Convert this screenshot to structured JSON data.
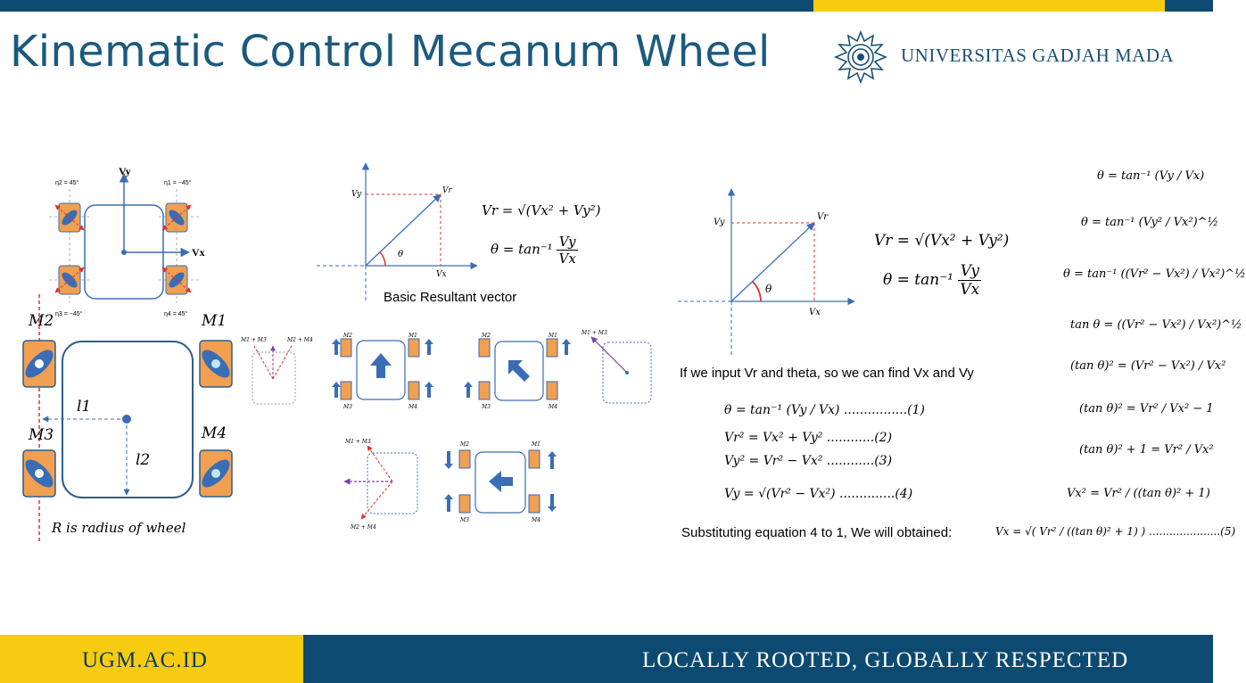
{
  "header": {
    "title": "Kinematic Control Mecanum Wheel",
    "university": "UNIVERSITAS GADJAH MADA"
  },
  "footer": {
    "website": "UGM.AC.ID",
    "slogan": "LOCALLY ROOTED, GLOBALLY RESPECTED"
  },
  "colors": {
    "primary_blue": "#0d4a72",
    "accent_yellow": "#f7cc10",
    "title_blue": "#1b5a7e",
    "wheel_orange": "#f0a050",
    "roller_blue": "#3a6db5"
  },
  "robot_small": {
    "vy_label": "Vy",
    "vx_label": "Vx",
    "eta2": "η2 = 45°",
    "eta1": "η1 = −45°",
    "eta3": "η3 = −45°",
    "eta4": "η4 = 45°"
  },
  "robot_large": {
    "m1": "M1",
    "m2": "M2",
    "m3": "M3",
    "m4": "M4",
    "l1": "l1",
    "l2": "l2",
    "caption": "R is radius of wheel"
  },
  "basic_vector": {
    "vy": "Vy",
    "vx": "Vx",
    "vr": "Vr",
    "theta": "θ",
    "eq_vr": "Vr = √(Vx² + Vy²)",
    "eq_theta_lhs": "θ = tan⁻¹",
    "eq_theta_num": "Vy",
    "eq_theta_den": "Vx",
    "caption": "Basic Resultant vector"
  },
  "motion_diagrams": {
    "m1": "M1",
    "m2": "M2",
    "m3": "M3",
    "m4": "M4",
    "sum13": "M1 + M3",
    "sum24": "M2 + M4"
  },
  "right_vector": {
    "vy": "Vy",
    "vx": "Vx",
    "vr": "Vr",
    "theta": "θ",
    "eq_vr": "Vr = √(Vx² + Vy²)",
    "eq_theta_lhs": "θ = tan⁻¹",
    "eq_theta_num": "Vy",
    "eq_theta_den": "Vx"
  },
  "derivation": {
    "intro": "If we input Vr and theta, so we can find Vx and Vy",
    "eq1": "θ = tan⁻¹ (Vy / Vx) ................(1)",
    "eq2": "Vr² = Vx² + Vy² ............(2)",
    "eq3": "Vy² = Vr² − Vx² ............(3)",
    "eq4": "Vy = √(Vr² − Vx²) ..............(4)",
    "substitute": "Substituting equation 4 to 1, We will obtained:",
    "eq5": "Vx = √( Vr² / ((tan θ)² + 1) ) .....................(5)"
  },
  "steps": [
    "θ = tan⁻¹ (Vy / Vx)",
    "θ = tan⁻¹ (Vy² / Vx²)^½",
    "θ = tan⁻¹ ((Vr² − Vx²) / Vx²)^½",
    "tan θ = ((Vr² − Vx²) / Vx²)^½",
    "(tan θ)² = (Vr² − Vx²) / Vx²",
    "(tan θ)² = Vr² / Vx² − 1",
    "(tan θ)² + 1 = Vr² / Vx²",
    "Vx² = Vr² / ((tan θ)² + 1)"
  ]
}
